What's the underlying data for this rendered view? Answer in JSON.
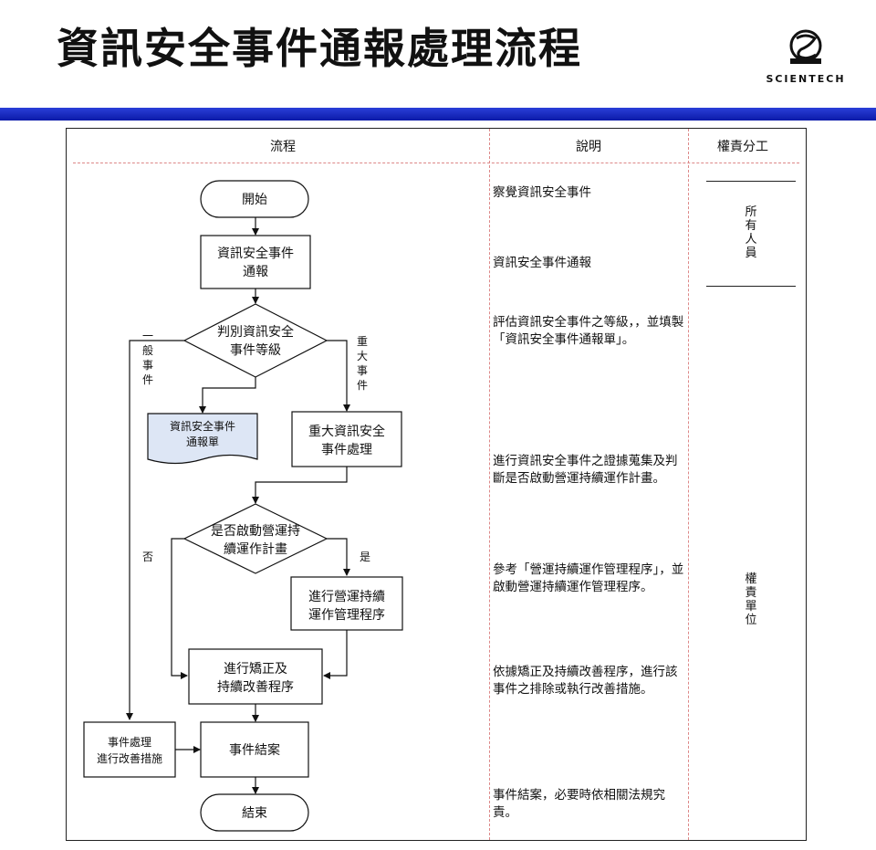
{
  "title": "資訊安全事件通報處理流程",
  "logo": {
    "text": "SCIENTECH"
  },
  "colors": {
    "banner": "#1a2bd0",
    "doc_fill": "#dde6f5"
  },
  "headers": {
    "flow": "流程",
    "desc": "說明",
    "role": "權責分工"
  },
  "flow": {
    "start": "開始",
    "report": [
      "資訊安全事件",
      "通報"
    ],
    "judge": [
      "判別資訊安全",
      "事件等級"
    ],
    "minor": "一般事件",
    "major": "重大事件",
    "doc": [
      "資訊安全事件",
      "通報單"
    ],
    "major_handle": [
      "重大資訊安全",
      "事件處理"
    ],
    "bcp_decision": [
      "是否啟動營運持",
      "續運作計畫"
    ],
    "yes": "是",
    "no": "否",
    "bcp_run": [
      "進行營運持續",
      "運作管理程序"
    ],
    "correct": [
      "進行矯正及",
      "持續改善程序"
    ],
    "handle_minor": [
      "事件處理",
      "進行改善措施"
    ],
    "close": "事件結案",
    "end": "結束"
  },
  "descriptions": [
    "察覺資訊安全事件",
    "資訊安全事件通報",
    "評估資訊安全事件之等級，，並填製「資訊安全事件通報單」。",
    "進行資訊安全事件之證據蒐集及判斷是否啟動營運持續運作計畫。",
    "參考「營運持續運作管理程序」，並啟動營運持續運作管理程序。",
    "依據矯正及持續改善程序，進行該事件之排除或執行改善措施。",
    "事件結案，必要時依相關法規究責。"
  ],
  "roles": {
    "all": "所有人員",
    "unit": "權責單位"
  }
}
